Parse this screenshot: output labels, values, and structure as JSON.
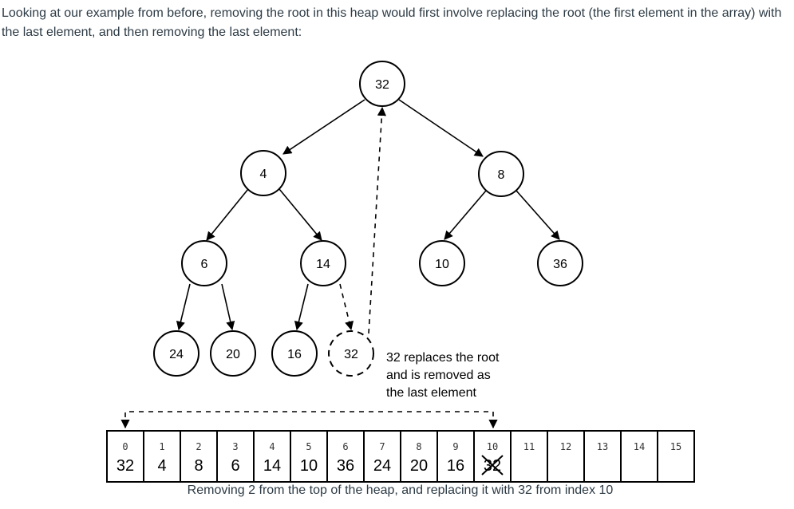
{
  "intro_text": "Looking at our example from before, removing the root in this heap would first involve replacing the root (the first element in the array) with the last element, and then removing the last element:",
  "tree": {
    "nodes": [
      {
        "id": "root",
        "label": "32",
        "dashed": false
      },
      {
        "id": "n4",
        "label": "4",
        "dashed": false
      },
      {
        "id": "n8",
        "label": "8",
        "dashed": false
      },
      {
        "id": "n6",
        "label": "6",
        "dashed": false
      },
      {
        "id": "n14",
        "label": "14",
        "dashed": false
      },
      {
        "id": "n10",
        "label": "10",
        "dashed": false
      },
      {
        "id": "n36",
        "label": "36",
        "dashed": false
      },
      {
        "id": "n24",
        "label": "24",
        "dashed": false
      },
      {
        "id": "n20",
        "label": "20",
        "dashed": false
      },
      {
        "id": "n16",
        "label": "16",
        "dashed": false
      },
      {
        "id": "n32last",
        "label": "32",
        "dashed": true
      }
    ]
  },
  "annotation": [
    "32 replaces the root",
    "and is removed as",
    "the last element"
  ],
  "array": {
    "indices": [
      "0",
      "1",
      "2",
      "3",
      "4",
      "5",
      "6",
      "7",
      "8",
      "9",
      "10",
      "11",
      "12",
      "13",
      "14",
      "15"
    ],
    "values": [
      "32",
      "4",
      "8",
      "6",
      "14",
      "10",
      "36",
      "24",
      "20",
      "16",
      "32",
      "",
      "",
      "",
      "",
      ""
    ],
    "crossed_index": 10
  },
  "caption": "Removing 2 from the top of the heap, and replacing it with 32 from index 10"
}
